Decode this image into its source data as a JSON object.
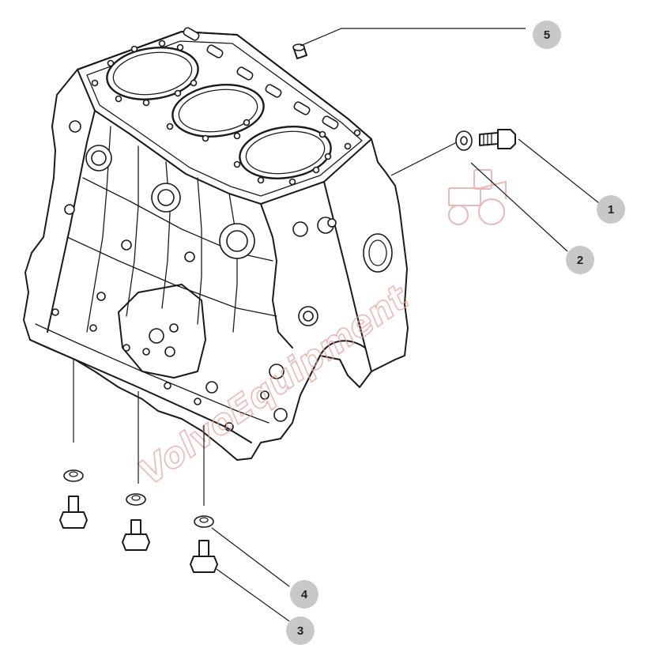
{
  "callouts": [
    {
      "id": "1",
      "label": "1"
    },
    {
      "id": "2",
      "label": "2"
    },
    {
      "id": "3",
      "label": "3"
    },
    {
      "id": "4",
      "label": "4"
    },
    {
      "id": "5",
      "label": "5"
    }
  ],
  "watermark": {
    "text": "VolvoEquipment"
  },
  "colors": {
    "line": "#1a1a1a",
    "callout_fill": "#c8c8c8",
    "watermark": "#e8a0a0",
    "background": "#ffffff"
  }
}
